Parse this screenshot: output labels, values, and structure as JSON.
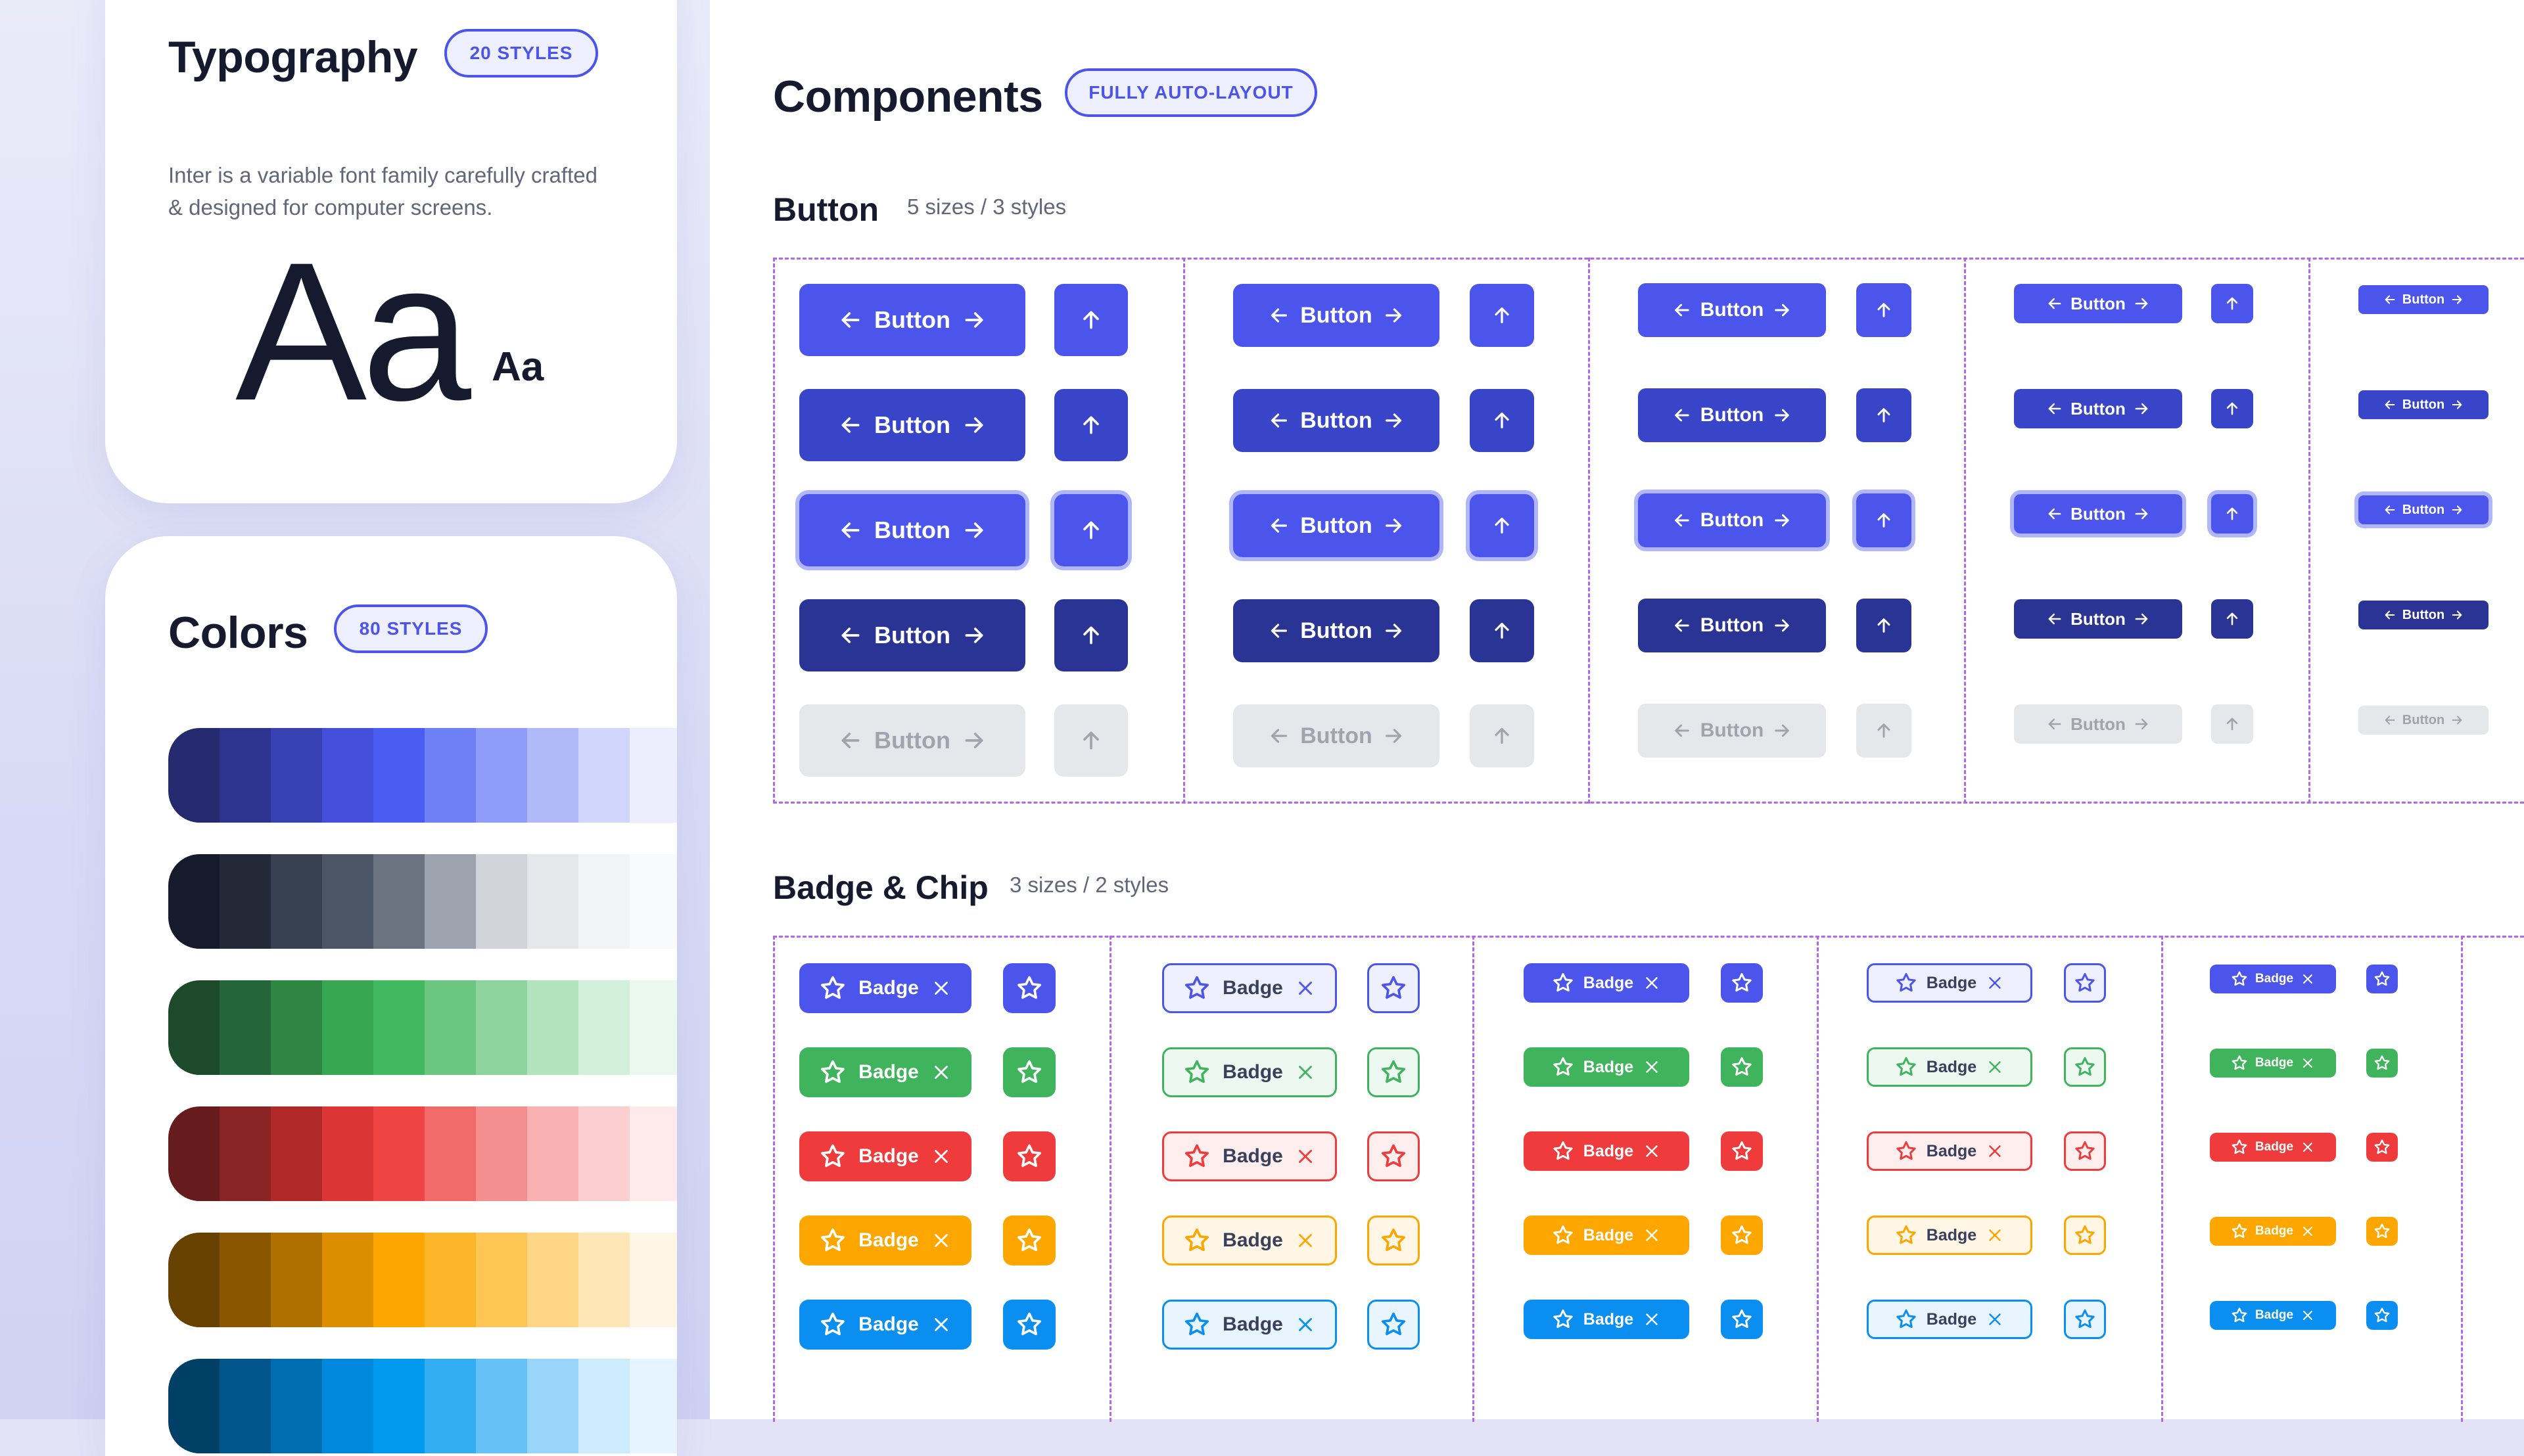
{
  "typography": {
    "title": "Typography",
    "badge": "20 STYLES",
    "description": "Inter is a variable font family carefully crafted & designed for computer screens.",
    "sample_large": "Aa",
    "sample_small": "Aa"
  },
  "colors": {
    "title": "Colors",
    "badge": "80 STYLES",
    "ramps": [
      {
        "name": "indigo",
        "swatches": [
          "#252a6f",
          "#2c3490",
          "#3841b2",
          "#4450dc",
          "#4b5cf3",
          "#6f80f6",
          "#8f9cf8",
          "#b0baf9",
          "#d0d6fb",
          "#eceefe"
        ]
      },
      {
        "name": "gray",
        "swatches": [
          "#151b2a",
          "#232937",
          "#374151",
          "#4b5563",
          "#6b7280",
          "#9ca3af",
          "#d1d5db",
          "#e5e7eb",
          "#f3f4f6",
          "#f9fafb"
        ]
      },
      {
        "name": "green",
        "swatches": [
          "#1e4a2c",
          "#24663a",
          "#2e8544",
          "#37a651",
          "#42b95f",
          "#6bc681",
          "#8ed49f",
          "#b2e3bd",
          "#d3f0da",
          "#ebf8ee"
        ]
      },
      {
        "name": "red",
        "swatches": [
          "#661c1c",
          "#8a2323",
          "#b02828",
          "#dc3535",
          "#ef4444",
          "#f26b6b",
          "#f58f8f",
          "#f8b0b0",
          "#fbcfcf",
          "#feeaea"
        ]
      },
      {
        "name": "amber",
        "swatches": [
          "#664100",
          "#8a5700",
          "#b07000",
          "#dc8e00",
          "#fda600",
          "#fdb629",
          "#fdc654",
          "#fed685",
          "#fee6b6",
          "#fff5e5"
        ]
      },
      {
        "name": "blue",
        "swatches": [
          "#003f66",
          "#00558a",
          "#006db0",
          "#0088dc",
          "#0099f0",
          "#33adf3",
          "#66c2f6",
          "#99d6f9",
          "#ccebfc",
          "#e5f4fe"
        ]
      }
    ]
  },
  "components": {
    "title": "Components",
    "badge": "FULLY AUTO-LAYOUT"
  },
  "button_section": {
    "title": "Button",
    "subtitle": "5 sizes / 3 styles",
    "label": "Button"
  },
  "badge_section": {
    "title": "Badge & Chip",
    "subtitle": "3 sizes / 2 styles",
    "label": "Badge"
  },
  "badge_colors": {
    "indigo": {
      "fill": "#4b55ec",
      "border": "#4b55ec",
      "bg": "#eef0ff"
    },
    "green": {
      "fill": "#3fb45c",
      "border": "#3fb45c",
      "bg": "#edf9f0"
    },
    "red": {
      "fill": "#ef3b3b",
      "border": "#ef3b3b",
      "bg": "#feeeee"
    },
    "amber": {
      "fill": "#fda600",
      "border": "#fda600",
      "bg": "#fff6e6"
    },
    "blue": {
      "fill": "#0a8ff0",
      "border": "#0a8ff0",
      "bg": "#e8f4fe"
    }
  },
  "button_states": [
    "primary",
    "dark",
    "focus",
    "darker",
    "disabled"
  ],
  "icons": {
    "arrow_left": "arrow-left-icon",
    "arrow_right": "arrow-right-icon",
    "arrow_up": "arrow-up-icon",
    "star": "star-icon",
    "close": "close-icon"
  }
}
